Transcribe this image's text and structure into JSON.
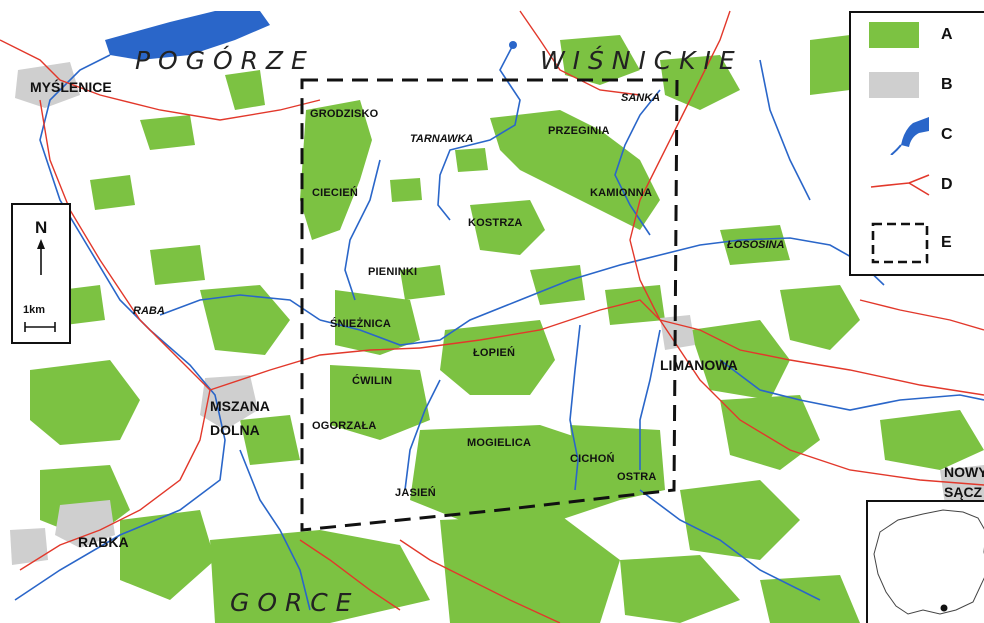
{
  "regions": [
    {
      "key": "pogorze",
      "text": "P O G Ó R Z E"
    },
    {
      "key": "wisnickie",
      "text": "W I Ś N I C K I E"
    },
    {
      "key": "gorce",
      "text": "G O R C E"
    }
  ],
  "towns": [
    {
      "key": "myslenice",
      "text": "MYŚLENICE"
    },
    {
      "key": "limanowa",
      "text": "LIMANOWA"
    },
    {
      "key": "mszana-1",
      "text": "MSZANA"
    },
    {
      "key": "mszana-2",
      "text": "DOLNA"
    },
    {
      "key": "rabka",
      "text": "RABKA"
    },
    {
      "key": "nowy-1",
      "text": "NOWY"
    },
    {
      "key": "nowy-2",
      "text": "SĄCZ"
    }
  ],
  "peaks": [
    {
      "key": "grodzisko",
      "text": "GRODZISKO"
    },
    {
      "key": "przeginia",
      "text": "PRZEGINIA"
    },
    {
      "key": "ciecien",
      "text": "CIECIEŃ"
    },
    {
      "key": "kamionna",
      "text": "KAMIONNA"
    },
    {
      "key": "kostrza",
      "text": "KOSTRZA"
    },
    {
      "key": "pieninki",
      "text": "PIENINKI"
    },
    {
      "key": "sniezica",
      "text": "ŚNIEŻNICA"
    },
    {
      "key": "lopien",
      "text": "ŁOPIEŃ"
    },
    {
      "key": "cwilin",
      "text": "ĆWILIN"
    },
    {
      "key": "ogorzala",
      "text": "OGORZAŁA"
    },
    {
      "key": "mogielica",
      "text": "MOGIELICA"
    },
    {
      "key": "cichon",
      "text": "CICHOŃ"
    },
    {
      "key": "ostra",
      "text": "OSTRA"
    },
    {
      "key": "jasien",
      "text": "JASIEŃ"
    }
  ],
  "rivers": [
    {
      "key": "sanka",
      "text": "SANKA"
    },
    {
      "key": "tarnawka",
      "text": "TARNAWKA"
    },
    {
      "key": "lososina",
      "text": "ŁOSOSINA"
    },
    {
      "key": "raba",
      "text": "RABA"
    }
  ],
  "legend": {
    "items": [
      {
        "letter": "A",
        "kind": "forest",
        "color": "#7cc242"
      },
      {
        "letter": "B",
        "kind": "built-up",
        "color": "#cfcfcf"
      },
      {
        "letter": "C",
        "kind": "water",
        "color": "#2a66c9"
      },
      {
        "letter": "D",
        "kind": "road",
        "color": "#e2382b"
      },
      {
        "letter": "E",
        "kind": "study-area",
        "color": "#111111"
      }
    ]
  },
  "north_arrow": {
    "letter": "N",
    "scale_label": "1km"
  },
  "colors": {
    "forest": "#7cc242",
    "urban": "#cfcfcf",
    "water": "#2a66c9",
    "road": "#e2382b",
    "frame": "#111111"
  }
}
